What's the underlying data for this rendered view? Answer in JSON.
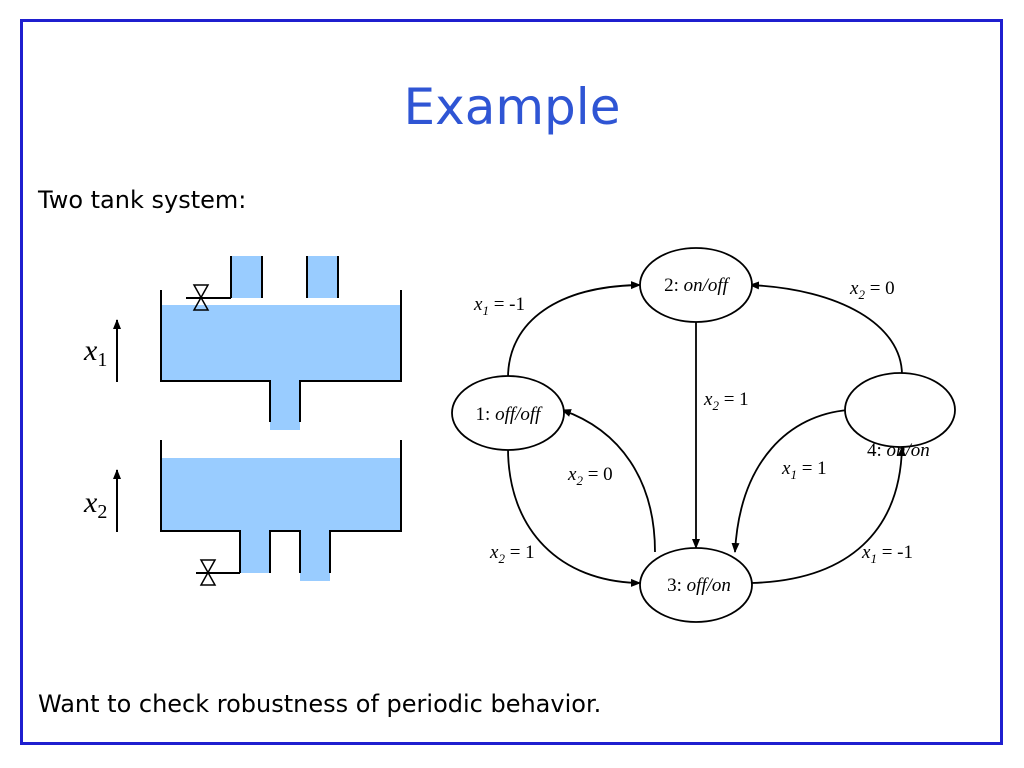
{
  "slide": {
    "title": "Example",
    "intro": "Two tank system:",
    "footer": "Want to check robustness of periodic behavior."
  },
  "colors": {
    "border": "#1f1fcf",
    "title": "#2f55d4",
    "water": "#99ccff"
  },
  "tanks": {
    "label1_var": "x",
    "label1_sub": "1",
    "label2_var": "x",
    "label2_sub": "2"
  },
  "states": [
    {
      "id": "1",
      "num": "1: ",
      "name": "off/off"
    },
    {
      "id": "2",
      "num": "2: ",
      "name": "on/off"
    },
    {
      "id": "3",
      "num": "3: ",
      "name": "off/on"
    },
    {
      "id": "4",
      "num": "4: ",
      "name": "on/on"
    }
  ],
  "transitions": [
    {
      "from": "1",
      "to": "2",
      "var": "x",
      "sub": "1",
      "rel": " = -1"
    },
    {
      "from": "4",
      "to": "2",
      "var": "x",
      "sub": "2",
      "rel": " = 0"
    },
    {
      "from": "2",
      "to": "3",
      "var": "x",
      "sub": "2",
      "rel": " = 1"
    },
    {
      "from": "3",
      "to": "1",
      "var": "x",
      "sub": "2",
      "rel": " = 0"
    },
    {
      "from": "4",
      "to": "3",
      "var": "x",
      "sub": "1",
      "rel": " = 1"
    },
    {
      "from": "1",
      "to": "3",
      "var": "x",
      "sub": "2",
      "rel": " = 1"
    },
    {
      "from": "3",
      "to": "4",
      "var": "x",
      "sub": "1",
      "rel": " = -1"
    }
  ]
}
